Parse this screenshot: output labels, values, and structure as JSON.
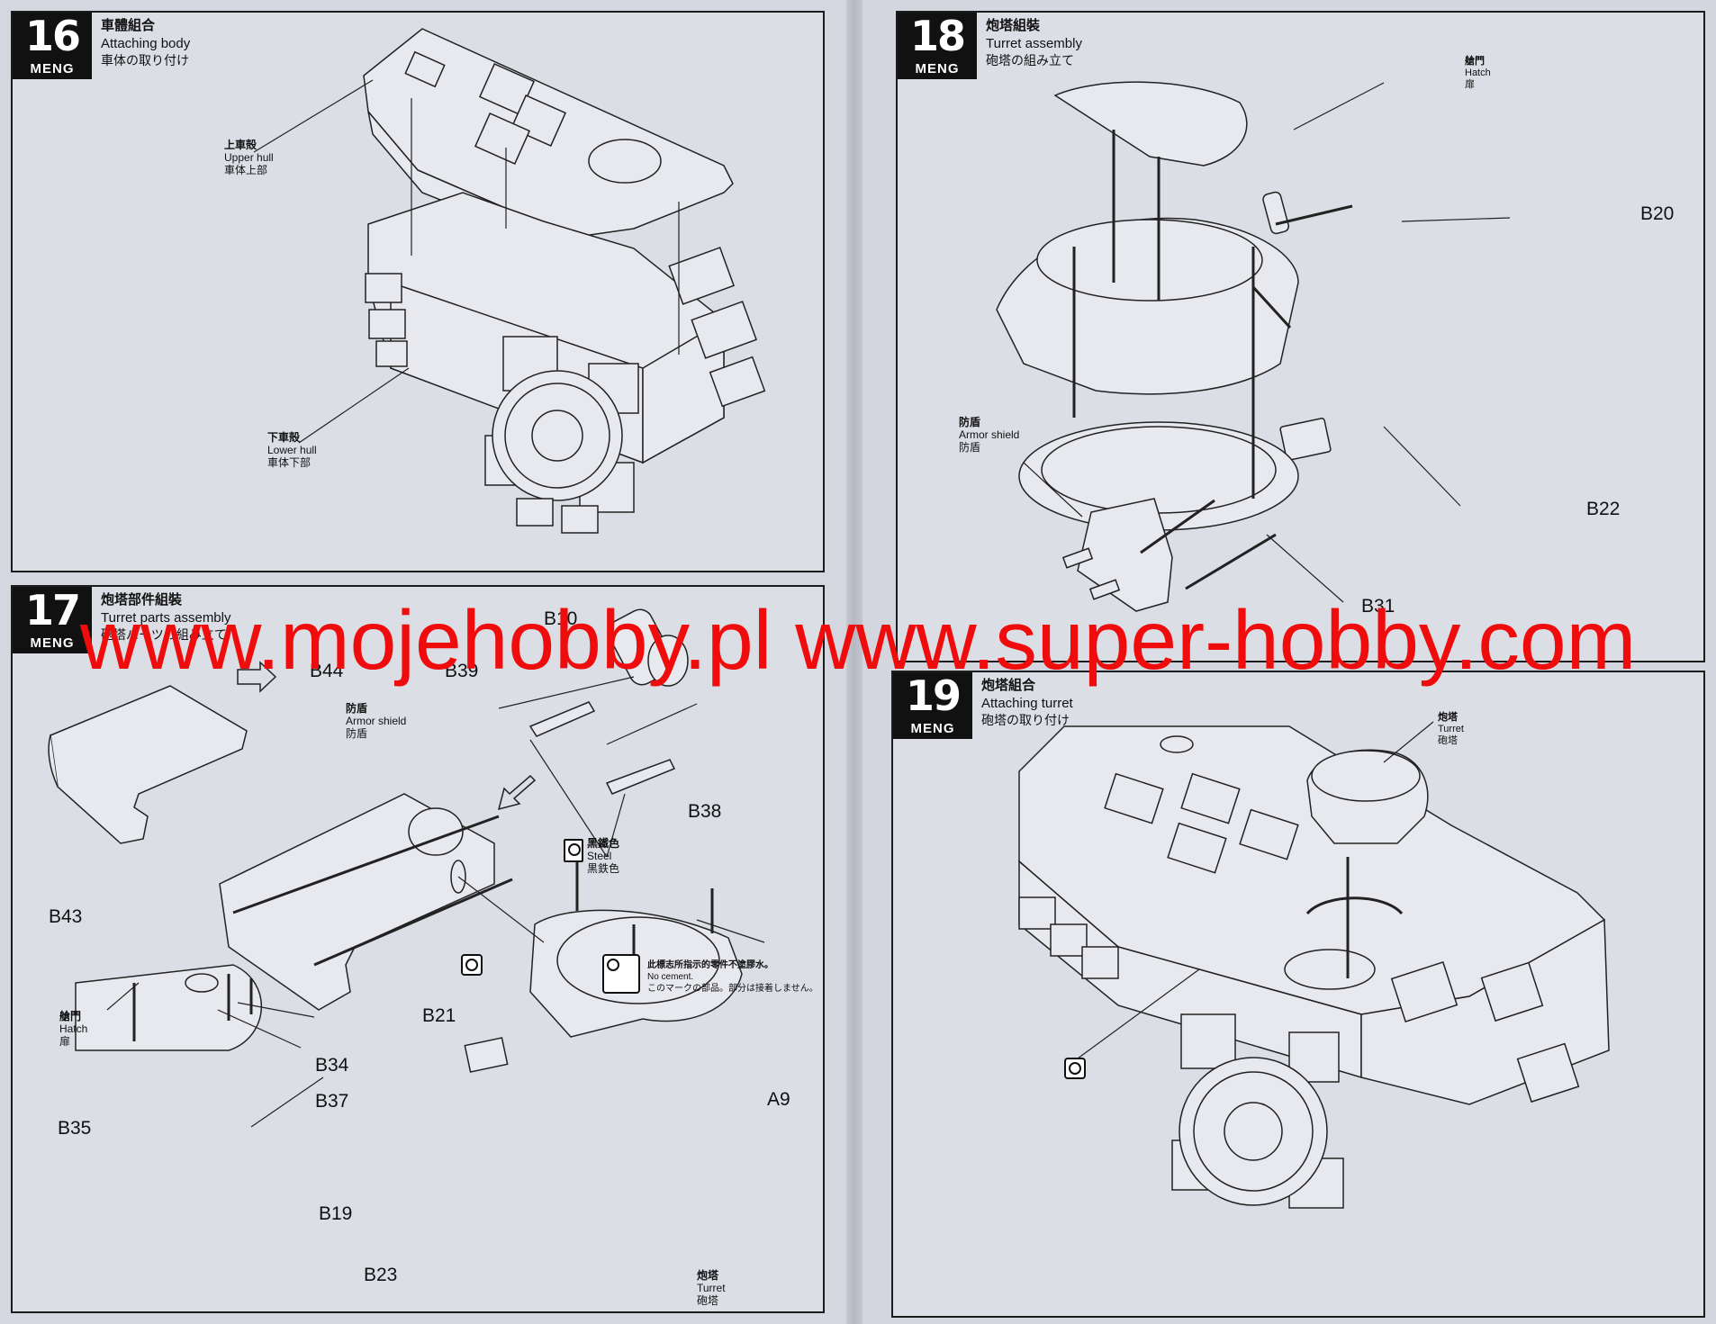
{
  "steps": {
    "s16": {
      "number": "16",
      "brand": "MENG",
      "title_cn": "車體組合",
      "title_en": "Attaching body",
      "title_jp": "車体の取り付け",
      "upper_hull": {
        "cn": "上車殻",
        "en": "Upper hull",
        "jp": "車体上部"
      },
      "lower_hull": {
        "cn": "下車殻",
        "en": "Lower hull",
        "jp": "車体下部"
      }
    },
    "s17": {
      "number": "17",
      "brand": "MENG",
      "title_cn": "炮塔部件組裝",
      "title_en": "Turret parts assembly",
      "title_jp": "砲塔パーツの組み立て",
      "armor_shield": {
        "cn": "防盾",
        "en": "Armor shield",
        "jp": "防盾"
      },
      "steel": {
        "cn": "黑鐵色",
        "en": "Steel",
        "jp": "黒鉄色"
      },
      "no_cement": {
        "cn": "此標志所指示的零件不塗膠水。",
        "en": "No cement.",
        "jp": "このマークの部品。部分は接着しません。"
      },
      "hatch": {
        "cn": "艙門",
        "en": "Hatch",
        "jp": "扉"
      },
      "turret": {
        "cn": "炮塔",
        "en": "Turret",
        "jp": "砲塔"
      },
      "parts": {
        "b10": "B10",
        "b39": "B39",
        "b44": "B44",
        "b38": "B38",
        "b43": "B43",
        "b21": "B21",
        "b34": "B34",
        "b37": "B37",
        "b35": "B35",
        "a9": "A9",
        "b19": "B19",
        "b23": "B23"
      }
    },
    "s18": {
      "number": "18",
      "brand": "MENG",
      "title_cn": "炮塔組裝",
      "title_en": "Turret assembly",
      "title_jp": "砲塔の組み立て",
      "hatch": {
        "cn": "艙門",
        "en": "Hatch",
        "jp": "扉"
      },
      "armor_shield": {
        "cn": "防盾",
        "en": "Armor shield",
        "jp": "防盾"
      },
      "parts": {
        "b20": "B20",
        "b22": "B22",
        "b31": "B31"
      }
    },
    "s19": {
      "number": "19",
      "brand": "MENG",
      "title_cn": "炮塔組合",
      "title_en": "Attaching turret",
      "title_jp": "砲塔の取り付け",
      "turret": {
        "cn": "炮塔",
        "en": "Turret",
        "jp": "砲塔"
      }
    }
  },
  "watermark": "www.mojehobby.pl www.super-hobby.com"
}
